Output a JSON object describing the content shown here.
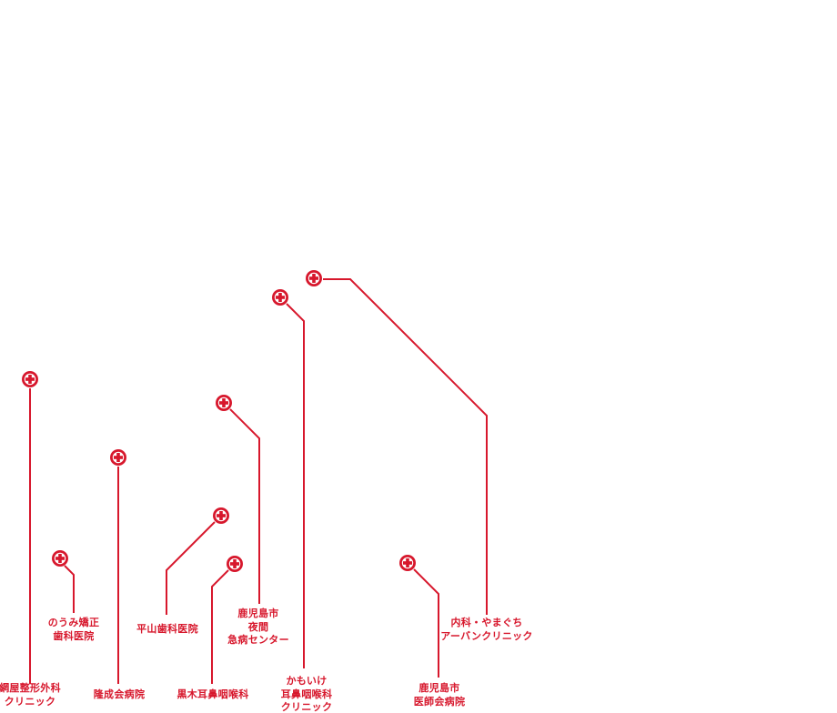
{
  "map": {
    "accent_color": "#d7172c",
    "marker_icon": "cross-in-circle-icon",
    "clinics": [
      {
        "id": "amiya",
        "lines": [
          "網屋整形外科",
          "クリニック"
        ]
      },
      {
        "id": "noumi",
        "lines": [
          "のうみ矯正",
          "歯科医院"
        ]
      },
      {
        "id": "ryusei",
        "lines": [
          "隆成会病院"
        ]
      },
      {
        "id": "hirayama",
        "lines": [
          "平山歯科医院"
        ]
      },
      {
        "id": "kuroki",
        "lines": [
          "黒木耳鼻咽喉科"
        ]
      },
      {
        "id": "yakan",
        "lines": [
          "鹿児島市",
          "夜間",
          "急病センター"
        ]
      },
      {
        "id": "kamoike",
        "lines": [
          "かもいけ",
          "耳鼻咽喉科",
          "クリニック"
        ]
      },
      {
        "id": "ishikai",
        "lines": [
          "鹿児島市",
          "医師会病院"
        ]
      },
      {
        "id": "yamaguchi",
        "lines": [
          "内科・やまぐち",
          "アーバンクリニック"
        ]
      }
    ]
  }
}
